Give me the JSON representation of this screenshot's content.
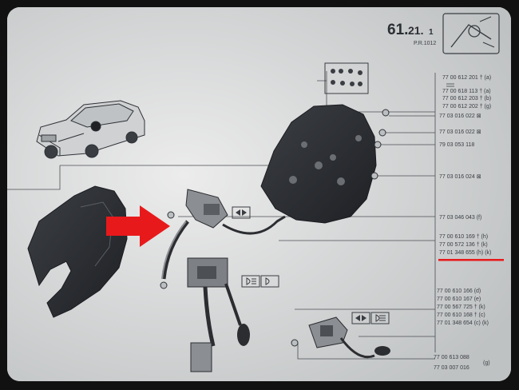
{
  "header": {
    "section_main": "61.",
    "section_sub": "21.",
    "section_minor": "1",
    "reference": "P.R.1012"
  },
  "labels": {
    "lamp_group": [
      "77 00 612 201 † (a)",
      "77 00 618 113 † (a)",
      "77 00 612 203 † (b)",
      "77 00 612 202 † (g)"
    ],
    "screw_a": "77 03 016 022 ⊠",
    "screw_b": "77 03 016 022 ⊠",
    "washer": "79 03 053 118",
    "screw_c": "77 03 016 024 ⊠",
    "clip": "77 03 046 043 (f)",
    "switch_group": [
      "77 00 610 169 † (h)",
      "77 00 572 136 † (k)",
      "77 01 348 655 (h) (k)"
    ],
    "stalk_group": [
      "77 00 610 166 (d)",
      "77 00 610 167 (e)",
      "77 00 567 725 † (k)",
      "77 00 610 168 † (c)",
      "77 01 348 654 (c) (k)"
    ],
    "hazard_group": [
      "77 00 613 088",
      "77 03 007 016"
    ],
    "hazard_note": "(g)"
  },
  "colors": {
    "paper": "#d9dada",
    "ink": "#3a3d42",
    "highlight_arrow": "#e8191b",
    "underline": "#e8191b"
  },
  "icons": [
    "steering-column-pictogram-icon",
    "car-illustration-icon",
    "indicator-arrows-icon",
    "headlamp-icon",
    "dipped-beam-icon",
    "hazard-arrows-icon"
  ]
}
